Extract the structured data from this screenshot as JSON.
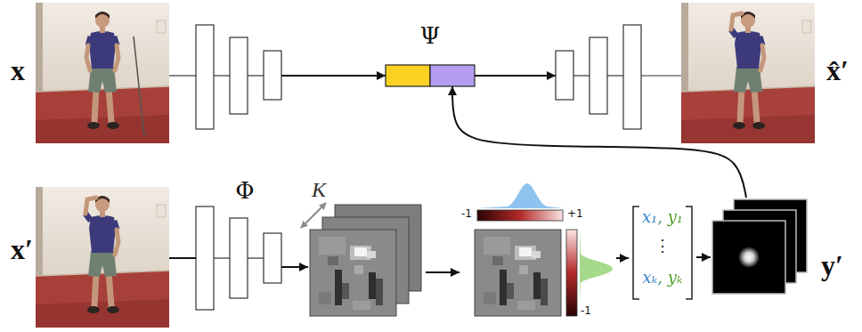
{
  "diagram": {
    "nodes": [
      {
        "text": [
          "x"
        ]
      },
      {
        "text": [
          "Ψ"
        ]
      },
      {
        "text": [
          "x̂′"
        ]
      },
      {
        "text": [
          "x′"
        ]
      },
      {
        "text": [
          "Φ"
        ]
      },
      {
        "text": [
          "K"
        ]
      },
      {
        "text": [
          "-1",
          "+1",
          "-1"
        ]
      },
      {
        "text": [
          "x₁, y₁",
          "⋮",
          "xₖ, yₖ"
        ]
      },
      {
        "text": [
          "y′"
        ]
      }
    ],
    "edges": [
      {
        "from": 0,
        "to": 1,
        "arrow": "to"
      },
      {
        "from": 1,
        "to": 2,
        "arrow": "to"
      },
      {
        "from": 3,
        "to": 4,
        "arrow": "none"
      },
      {
        "from": 4,
        "to": 5,
        "arrow": "to"
      },
      {
        "from": 5,
        "to": 6,
        "arrow": "to"
      },
      {
        "from": 6,
        "to": 7,
        "arrow": "to"
      },
      {
        "from": 7,
        "to": 8,
        "arrow": "to"
      },
      {
        "from": 8,
        "to": 1,
        "arrow": "to"
      }
    ]
  }
}
